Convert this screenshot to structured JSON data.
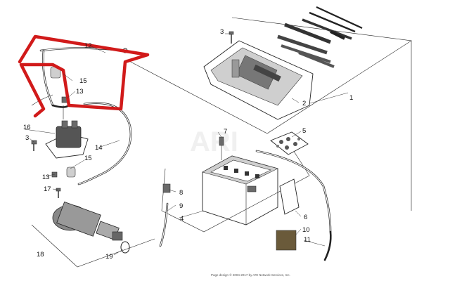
{
  "callouts": {
    "c1": "1",
    "c2": "2",
    "c3a": "3",
    "c3b": "3",
    "c4": "4",
    "c5": "5",
    "c6": "6",
    "c7": "7",
    "c8": "8",
    "c9": "9",
    "c10": "10",
    "c11": "11",
    "c12": "12",
    "c13a": "13",
    "c13b": "13",
    "c14": "14",
    "c15a": "15",
    "c15b": "15",
    "c16": "16",
    "c17": "17",
    "c18": "18",
    "c19": "19"
  },
  "watermark": "ARI",
  "footer": "Page design © 2004-2017 by ARI Network Services, Inc.",
  "colors": {
    "highlight": "#d11a1a",
    "line": "#222222"
  }
}
